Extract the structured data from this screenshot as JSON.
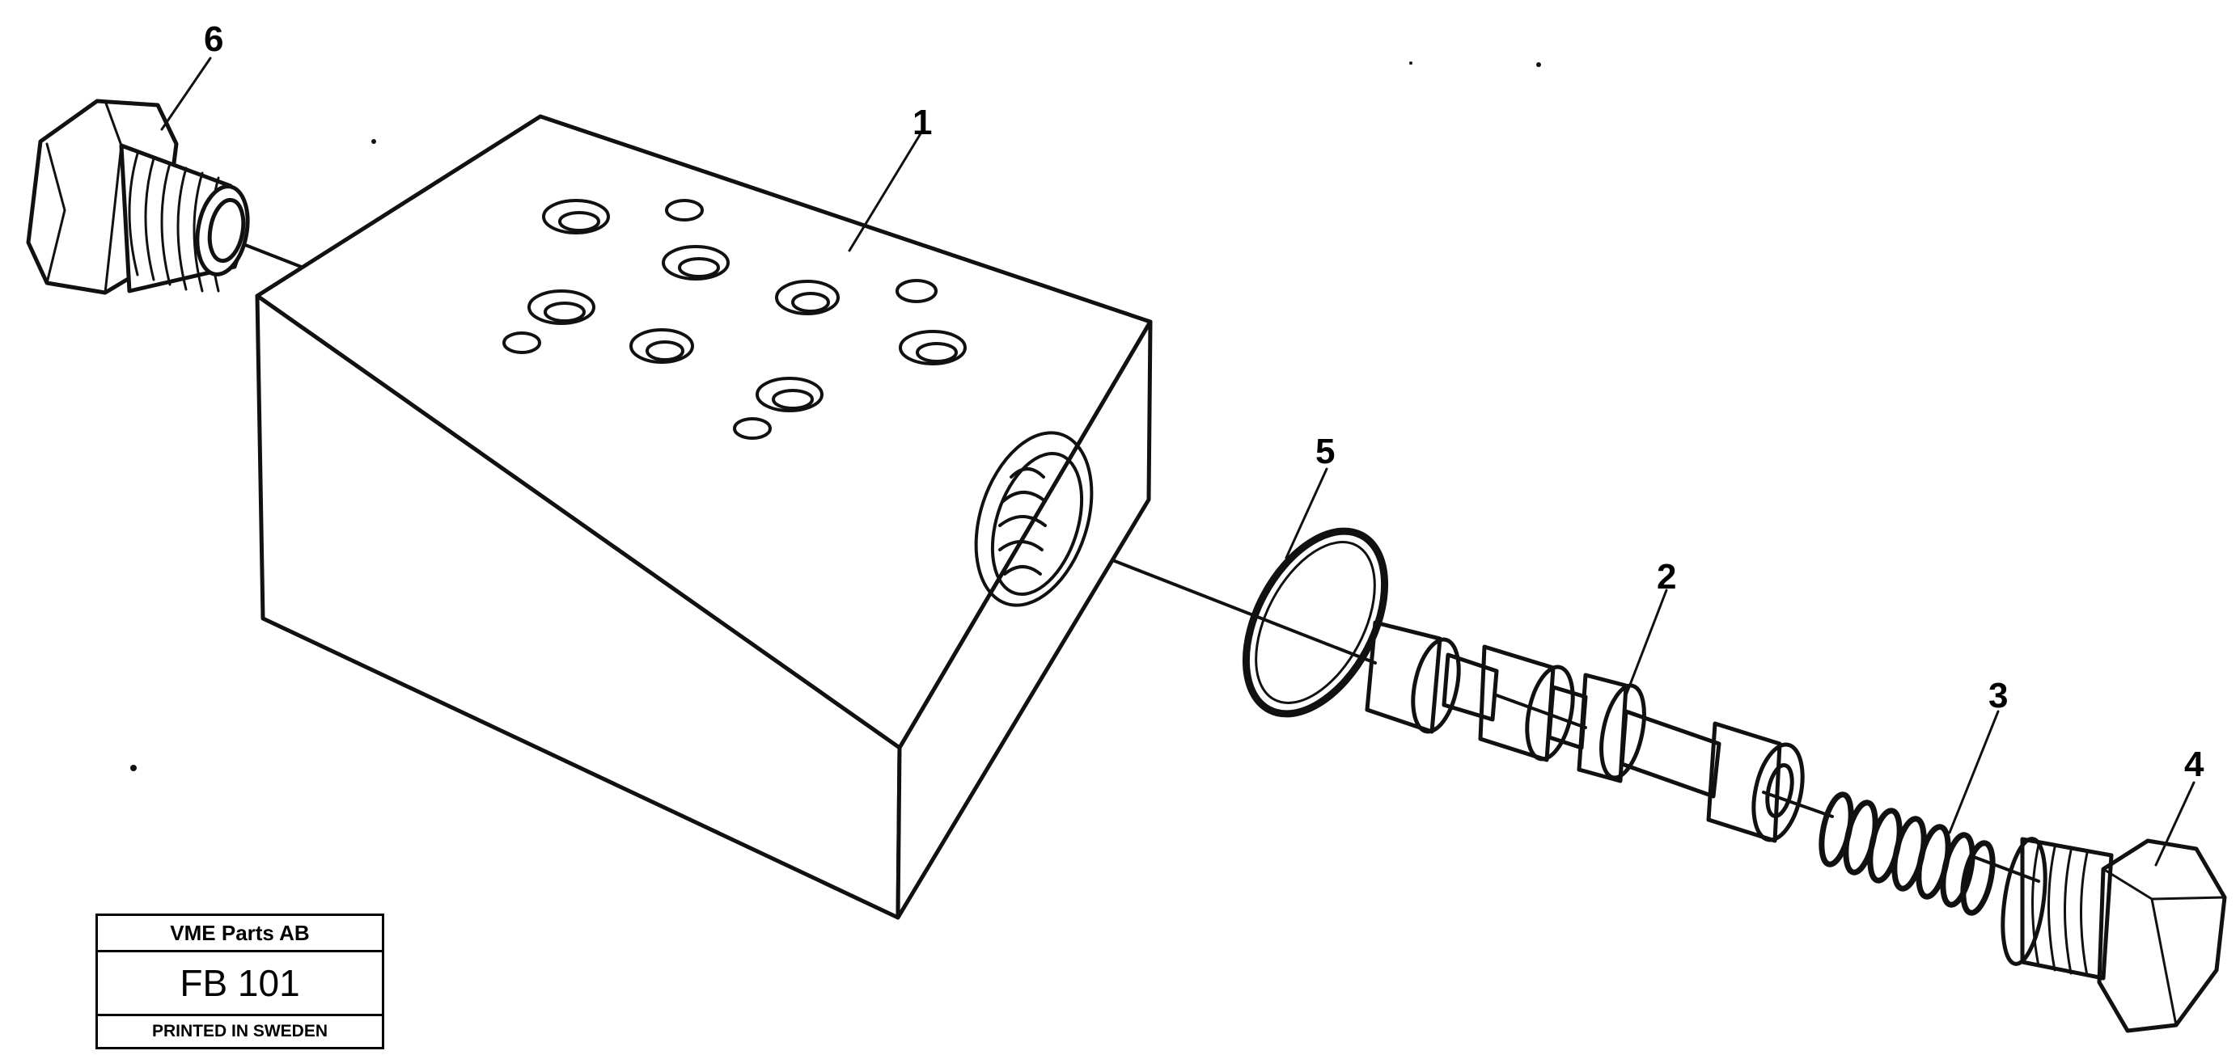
{
  "callouts": {
    "c1": "1",
    "c2": "2",
    "c3": "3",
    "c4": "4",
    "c5": "5",
    "c6": "6"
  },
  "title_block": {
    "company": "VME Parts AB",
    "figure_code": "FB 101",
    "printed": "PRINTED IN SWEDEN"
  }
}
